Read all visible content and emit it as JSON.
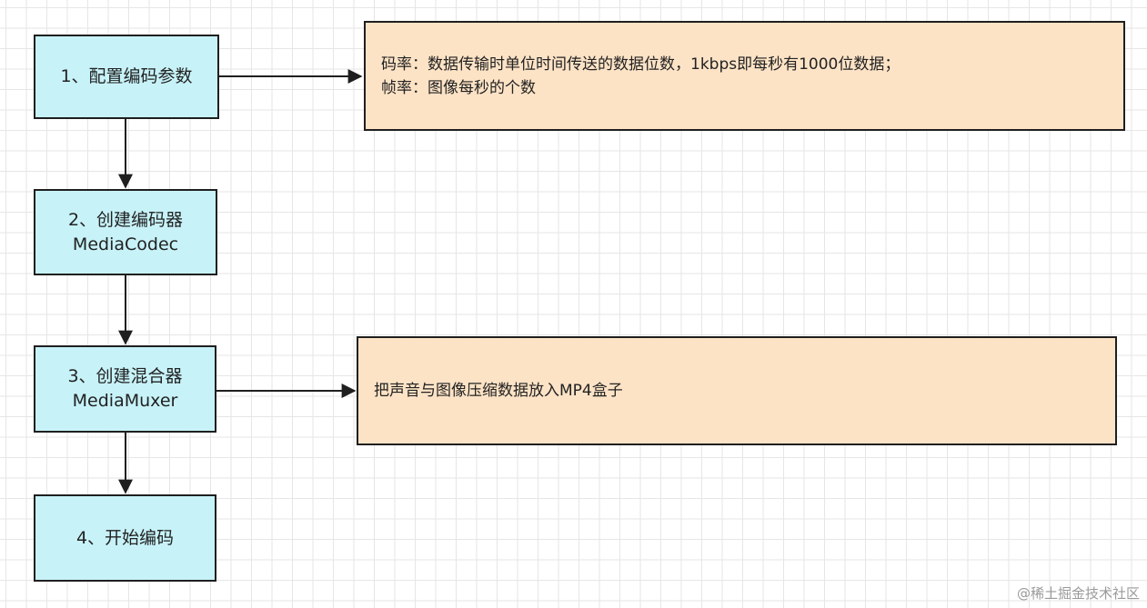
{
  "steps": [
    {
      "lines": [
        "1、配置编码参数"
      ]
    },
    {
      "lines": [
        "2、创建编码器",
        "MediaCodec"
      ]
    },
    {
      "lines": [
        "3、创建混合器",
        "MediaMuxer"
      ]
    },
    {
      "lines": [
        "4、开始编码"
      ]
    }
  ],
  "notes": [
    {
      "lines": [
        "码率：数据传输时单位时间传送的数据位数，1kbps即每秒有1000位数据；",
        "帧率：图像每秒的个数"
      ]
    },
    {
      "lines": [
        "把声音与图像压缩数据放入MP4盒子"
      ]
    }
  ],
  "watermark": "@稀土掘金技术社区",
  "colors": {
    "step_fill": "#c7f2f8",
    "note_fill": "#fde3c6",
    "stroke": "#1f1f1f",
    "grid": "#e6e6e6"
  }
}
